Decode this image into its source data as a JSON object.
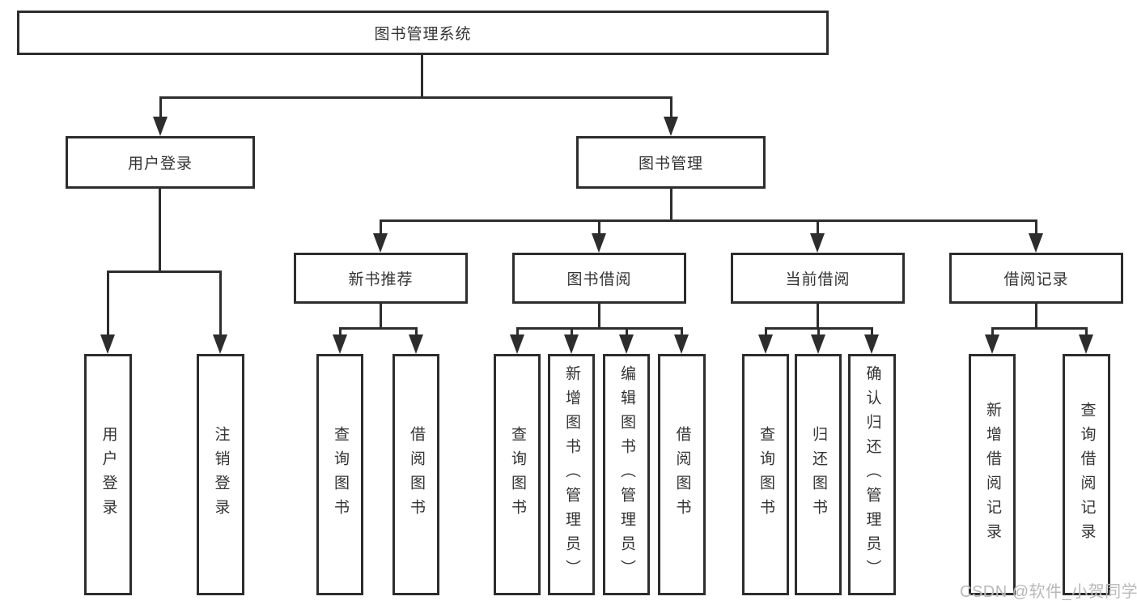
{
  "diagram": {
    "root": "图书管理系统",
    "level2": {
      "user_login": "用户登录",
      "book_management": "图书管理"
    },
    "level3": {
      "new_book_recommend": "新书推荐",
      "book_borrow": "图书借阅",
      "current_borrow": "当前借阅",
      "borrow_records": "借阅记录"
    },
    "leaves": {
      "user_login": "用户登录",
      "logout": "注销登录",
      "rec_query_books": "查询图书",
      "rec_borrow_books": "借阅图书",
      "bb_query_books": "查询图书",
      "bb_add_books": "新增图书（管理员）",
      "bb_edit_books": "编辑图书（管理员）",
      "bb_borrow_books": "借阅图书",
      "cb_query_books": "查询图书",
      "cb_return_books": "归还图书",
      "cb_confirm_return": "确认归还（管理员）",
      "br_add_record": "新增借阅记录",
      "br_query_record": "查询借阅记录"
    },
    "colors": {
      "line": "#2d2d2d",
      "text": "#333333",
      "background": "#ffffff",
      "watermark": "#b9b9b9"
    }
  },
  "watermark": "CSDN @软件_小贺同学"
}
